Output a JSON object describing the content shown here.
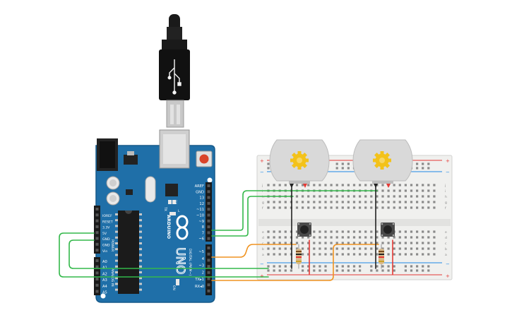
{
  "colors": {
    "board": "#1f6fa8",
    "board_dark": "#165a8a",
    "breadboard": "#f0f0ee",
    "rail_red": "#e53935",
    "rail_blue": "#1e88e5",
    "wire_green": "#33b84a",
    "wire_orange": "#f09422",
    "wire_black": "#222222",
    "wire_red": "#e53935",
    "motor_body": "#d9d9d9",
    "gear": "#f3c21a"
  },
  "arduino": {
    "brand": "ARDUINO",
    "model": "UNO",
    "digital_label": "DIGITAL (PWM~)",
    "power_label": "POWER",
    "analog_label": "ANALOG IN",
    "tx_label": "TX",
    "rx_label": "RX",
    "l_label": "L",
    "on_label": "ON",
    "digital_pins": [
      "AREF",
      "GND",
      "13",
      "12",
      "~11",
      "~10",
      "~9",
      "8",
      "7",
      "~6",
      "~5",
      "4",
      "~3",
      "2",
      "TX▸1",
      "RX◂0"
    ],
    "power_pins": [
      "IOREF",
      "RESET",
      "3.3V",
      "5V",
      "GND",
      "GND",
      "Vin"
    ],
    "analog_pins": [
      "A0",
      "A1",
      "A2",
      "A3",
      "A4",
      "A5"
    ]
  },
  "breadboard": {
    "rail_plus": "+",
    "rail_minus": "−",
    "row_letters_top": [
      "j",
      "i",
      "h",
      "g",
      "f"
    ],
    "row_letters_bottom": [
      "e",
      "d",
      "c",
      "b",
      "a"
    ],
    "columns": 30
  },
  "components": {
    "motors": [
      "motor-1",
      "motor-2"
    ],
    "buttons": [
      "button-1",
      "button-2"
    ],
    "resistors": [
      "resistor-1",
      "resistor-2"
    ]
  }
}
